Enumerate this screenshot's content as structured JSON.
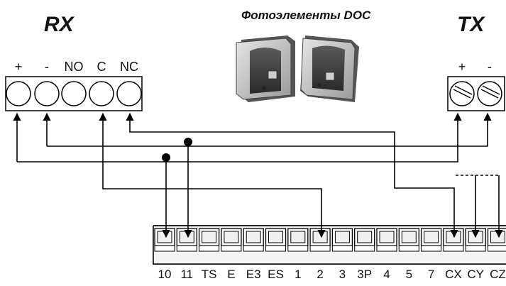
{
  "rx_title": "RX",
  "tx_title": "TX",
  "product_caption": "Фотоэлементы DOC",
  "rx_terminals": [
    "+",
    "-",
    "NO",
    "C",
    "NC"
  ],
  "tx_terminals": [
    "+",
    "-"
  ],
  "board_terminals": [
    "10",
    "11",
    "TS",
    "E",
    "E3",
    "ES",
    "1",
    "2",
    "3",
    "3P",
    "4",
    "5",
    "7",
    "CX",
    "CY",
    "CZ"
  ],
  "colors": {
    "line": "#000000",
    "terminal_fill": "#f2f2f2",
    "block_fill": "#ffffff"
  },
  "icons": [
    "photocell-receiver-icon",
    "photocell-transmitter-icon",
    "screw-terminal-icon"
  ]
}
